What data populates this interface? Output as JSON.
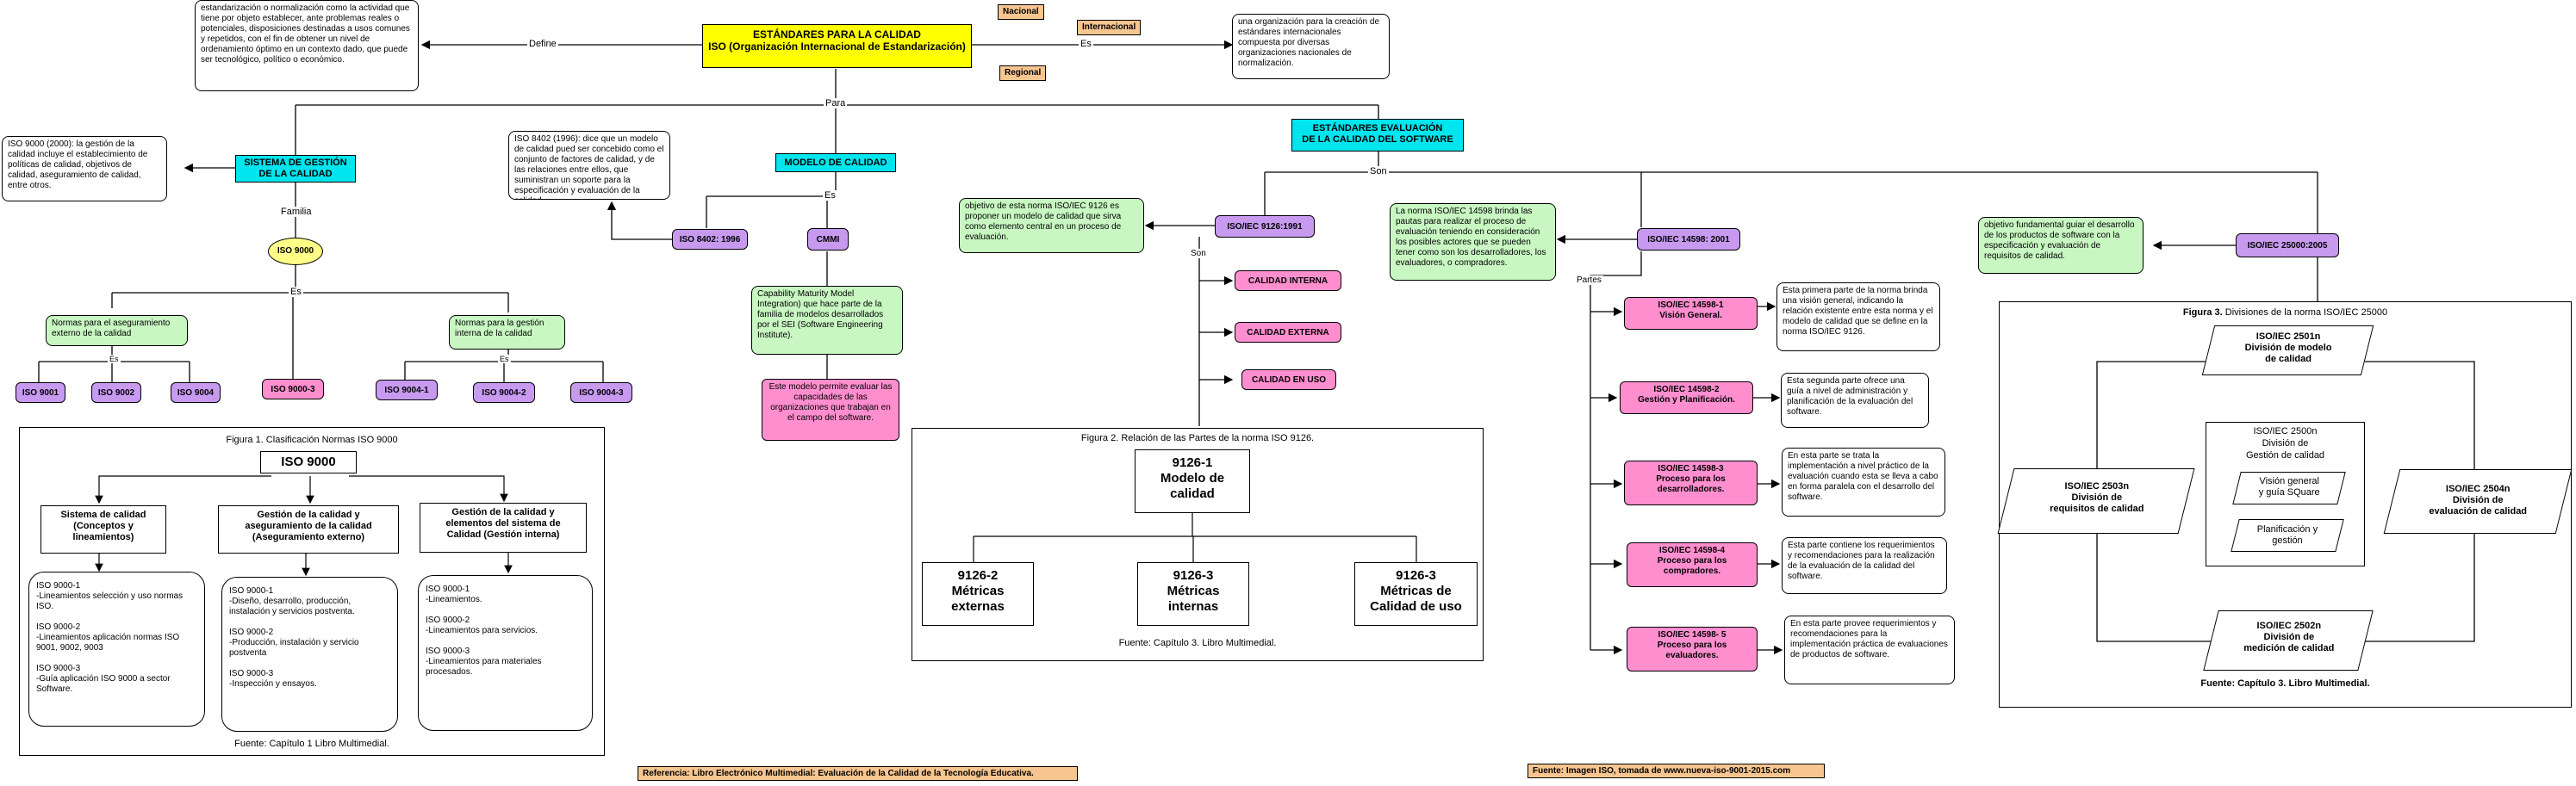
{
  "main": {
    "title": "ESTÁNDARES PARA LA CALIDAD\nISO (Organización Internacional de Estandarización)",
    "def_label": "Define",
    "def_text": "estandarización o normalización como la actividad que tiene por objeto establecer, ante problemas reales o potenciales, disposiciones destinadas a usos comunes y repetidos, con el fin de obtener un nivel de ordenamiento óptimo en un contexto dado, que puede ser tecnológico, político o económico.",
    "es_label": "Es",
    "es_text": "una organización para la creación de estándares internacionales compuesta por diversas organizaciones nacionales de normalización.",
    "nacional": "Nacional",
    "internacional": "Internacional",
    "regional": "Regional",
    "para_label": "Para"
  },
  "sgc": {
    "title": "SISTEMA DE GESTIÓN\nDE LA CALIDAD",
    "desc": "ISO 9000 (2000): la gestión de la calidad incluye el establecimiento de políticas de calidad, objetivos de calidad, aseguramiento de calidad, entre otros.",
    "familia_label": "Familia",
    "iso9000": "ISO 9000",
    "es_label": "Es",
    "aseg": "Normas para el aseguramiento externo de la calidad",
    "gestion": "Normas para la gestión interna de la calidad",
    "leaves": [
      "ISO 9001",
      "ISO 9002",
      "ISO 9004",
      "ISO 9000-3",
      "ISO 9004-1",
      "ISO 9004-2",
      "ISO 9004-3"
    ]
  },
  "modelo": {
    "title": "MODELO DE CALIDAD",
    "es_label": "Es",
    "iso8402": "ISO 8402: 1996",
    "iso8402_desc": "ISO 8402 (1996): dice que un modelo de calidad pued ser concebido como el conjunto de factores de calidad, y de las relaciones entre ellos, que suministran un soporte para la especificación y evaluación de la calidad.",
    "cmmi": "CMMI",
    "cmmi_desc": "Capability Maturity Model Integration) que hace parte de la familia de modelos desarrollados por el SEI (Software Engineering Institute).",
    "cmmi_eval": "Este modelo permite evaluar las capacidades de las organizaciones que trabajan en el campo del software."
  },
  "software": {
    "title": "ESTÁNDARES EVALUACIÓN\nDE LA CALIDAD DEL SOFTWARE",
    "son_label": "Son",
    "iso9126": "ISO/IEC 9126:1991",
    "iso9126_desc": "objetivo de esta norma ISO/IEC 9126 es proponer un modelo de calidad que sirva como elemento central en un proceso de evaluación.",
    "son2_label": "Son",
    "calidades": [
      "CALIDAD INTERNA",
      "CALIDAD EXTERNA",
      "CALIDAD EN USO"
    ],
    "iso14598": "ISO/IEC 14598: 2001",
    "iso14598_desc": "La norma ISO/IEC 14598 brinda las pautas para realizar el proceso de evaluación teniendo en consideración los posibles actores que se pueden tener como son los desarrolladores, los evaluadores, o compradores.",
    "partes_label": "Partes",
    "partes": [
      {
        "name": "ISO/IEC 14598-1\nVisión General.",
        "desc": "Esta primera parte de la norma brinda una visión general, indicando la relación existente entre esta norma y el modelo de calidad que se define en la norma ISO/IEC 9126."
      },
      {
        "name": "ISO/IEC 14598-2\nGestión y Planificación.",
        "desc": "Esta segunda parte ofrece una guía a nivel de administración y planificación de la evaluación del software."
      },
      {
        "name": "ISO/IEC 14598-3\nProceso para los\ndesarrolladores.",
        "desc": "En esta parte se trata la implementación a nivel práctico de la evaluación cuando esta se lleva a cabo en forma paralela con el desarrollo del software."
      },
      {
        "name": "ISO/IEC 14598-4\nProceso para los\ncompradores.",
        "desc": "Esta parte contiene los requerimientos y recomendaciones para la realización de la evaluación de la calidad del software."
      },
      {
        "name": "ISO/IEC 14598- 5\nProceso para los\nevaluadores.",
        "desc": "En esta parte provee requerimientos y recomendaciones para la implementación práctica de evaluaciones de productos de software."
      }
    ],
    "iso25000": "ISO/IEC 25000:2005",
    "iso25000_desc": "objetivo fundamental guiar el desarrollo de los productos de software con la especificación y evaluación de requisitos de calidad."
  },
  "fig1": {
    "caption": "Figura 1. Clasificación Normas ISO 9000",
    "root": "ISO 9000",
    "cols": [
      {
        "head": "Sistema de calidad\n(Conceptos  y\nlineamientos)",
        "body": "ISO 9000-1\n-Lineamientos selección y uso normas ISO.\n\nISO 9000-2\n-Lineamientos aplicación normas ISO 9001, 9002, 9003\n\nISO 9000-3\n-Guía aplicación ISO 9000 a sector Software."
      },
      {
        "head": "Gestión de la calidad y\naseguramiento  de la calidad\n(Aseguramiento  externo)",
        "body": "ISO 9000-1\n-Diseño, desarrollo, producción, instalación y servicios postventa.\n\nISO 9000-2\n-Producción, instalación y servicio postventa\n\nISO 9000-3\n-Inspección y ensayos."
      },
      {
        "head": "Gestión de la calidad y\nelementos del sistema de\nCalidad (Gestión  interna)",
        "body": "ISO 9000-1\n-Lineamientos.\n\nISO 9000-2\n-Lineamientos para servicios.\n\nISO 9000-3\n-Lineamientos para materiales procesados."
      }
    ],
    "source": "Fuente: Capítulo 1 Libro Multimedial."
  },
  "fig2": {
    "caption": "Figura 2. Relación de las Partes de la norma ISO 9126.",
    "root": "9126-1\nModelo de\ncalidad",
    "children": [
      "9126-2\nMétricas\nexternas",
      "9126-3\nMétricas\ninternas",
      "9126-3\nMétricas de\nCalidad de uso"
    ],
    "source": "Fuente: Capítulo 3. Libro Multimedial."
  },
  "fig3": {
    "caption_bold": "Figura 3.",
    "caption_rest": " Divisiones de la norma ISO/IEC 25000",
    "top": "ISO/IEC 2501n\nDivisión de modelo\nde calidad",
    "left": "ISO/IEC 2503n\nDivisión de\nrequisitos de calidad",
    "center_title": "ISO/IEC 2500n\nDivisión de\nGestión de calidad",
    "center_a": "Visión general\ny guía SQuare",
    "center_b": "Planificación y\ngestión",
    "right": "ISO/IEC 2504n\nDivisión de\nevaluación  de calidad",
    "bottom": "ISO/IEC 2502n\nDivisión de\nmedición de calidad",
    "source": "Fuente: Capítulo 3. Libro Multimedial."
  },
  "footer": {
    "ref": "Referencia: Libro Electrónico Multimedial: Evaluación de la Calidad de la Tecnología Educativa.",
    "img": "Fuente: Imagen ISO, tomada de www.nueva-iso-9001-2015.com"
  }
}
